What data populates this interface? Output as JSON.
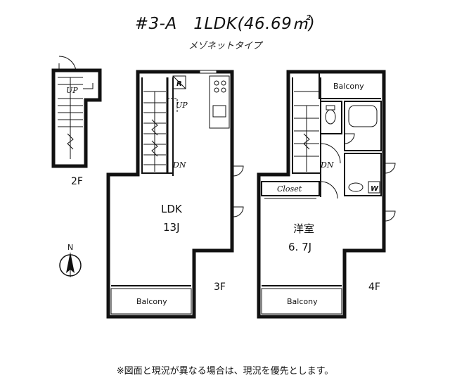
{
  "header": {
    "title": "#3-A　1LDK(46.69㎡)",
    "subtitle": "メゾネットタイプ"
  },
  "floors": {
    "floor2": {
      "label": "2F",
      "stair_up": "UP"
    },
    "floor3": {
      "label": "3F",
      "room_name": "LDK",
      "room_size": "13J",
      "stair_up": "UP",
      "stair_down": "DN",
      "refrigerator_mark": "R",
      "balcony": "Balcony"
    },
    "floor4": {
      "label": "4F",
      "room_name": "洋室",
      "room_size": "6. 7J",
      "stair_down": "DN",
      "closet": "Closet",
      "washer_mark": "W",
      "balcony_top": "Balcony",
      "balcony_bottom": "Balcony"
    }
  },
  "compass": {
    "north_label": "N"
  },
  "footer": {
    "note": "※図面と現況が異なる場合は、現況を優先とします。"
  }
}
